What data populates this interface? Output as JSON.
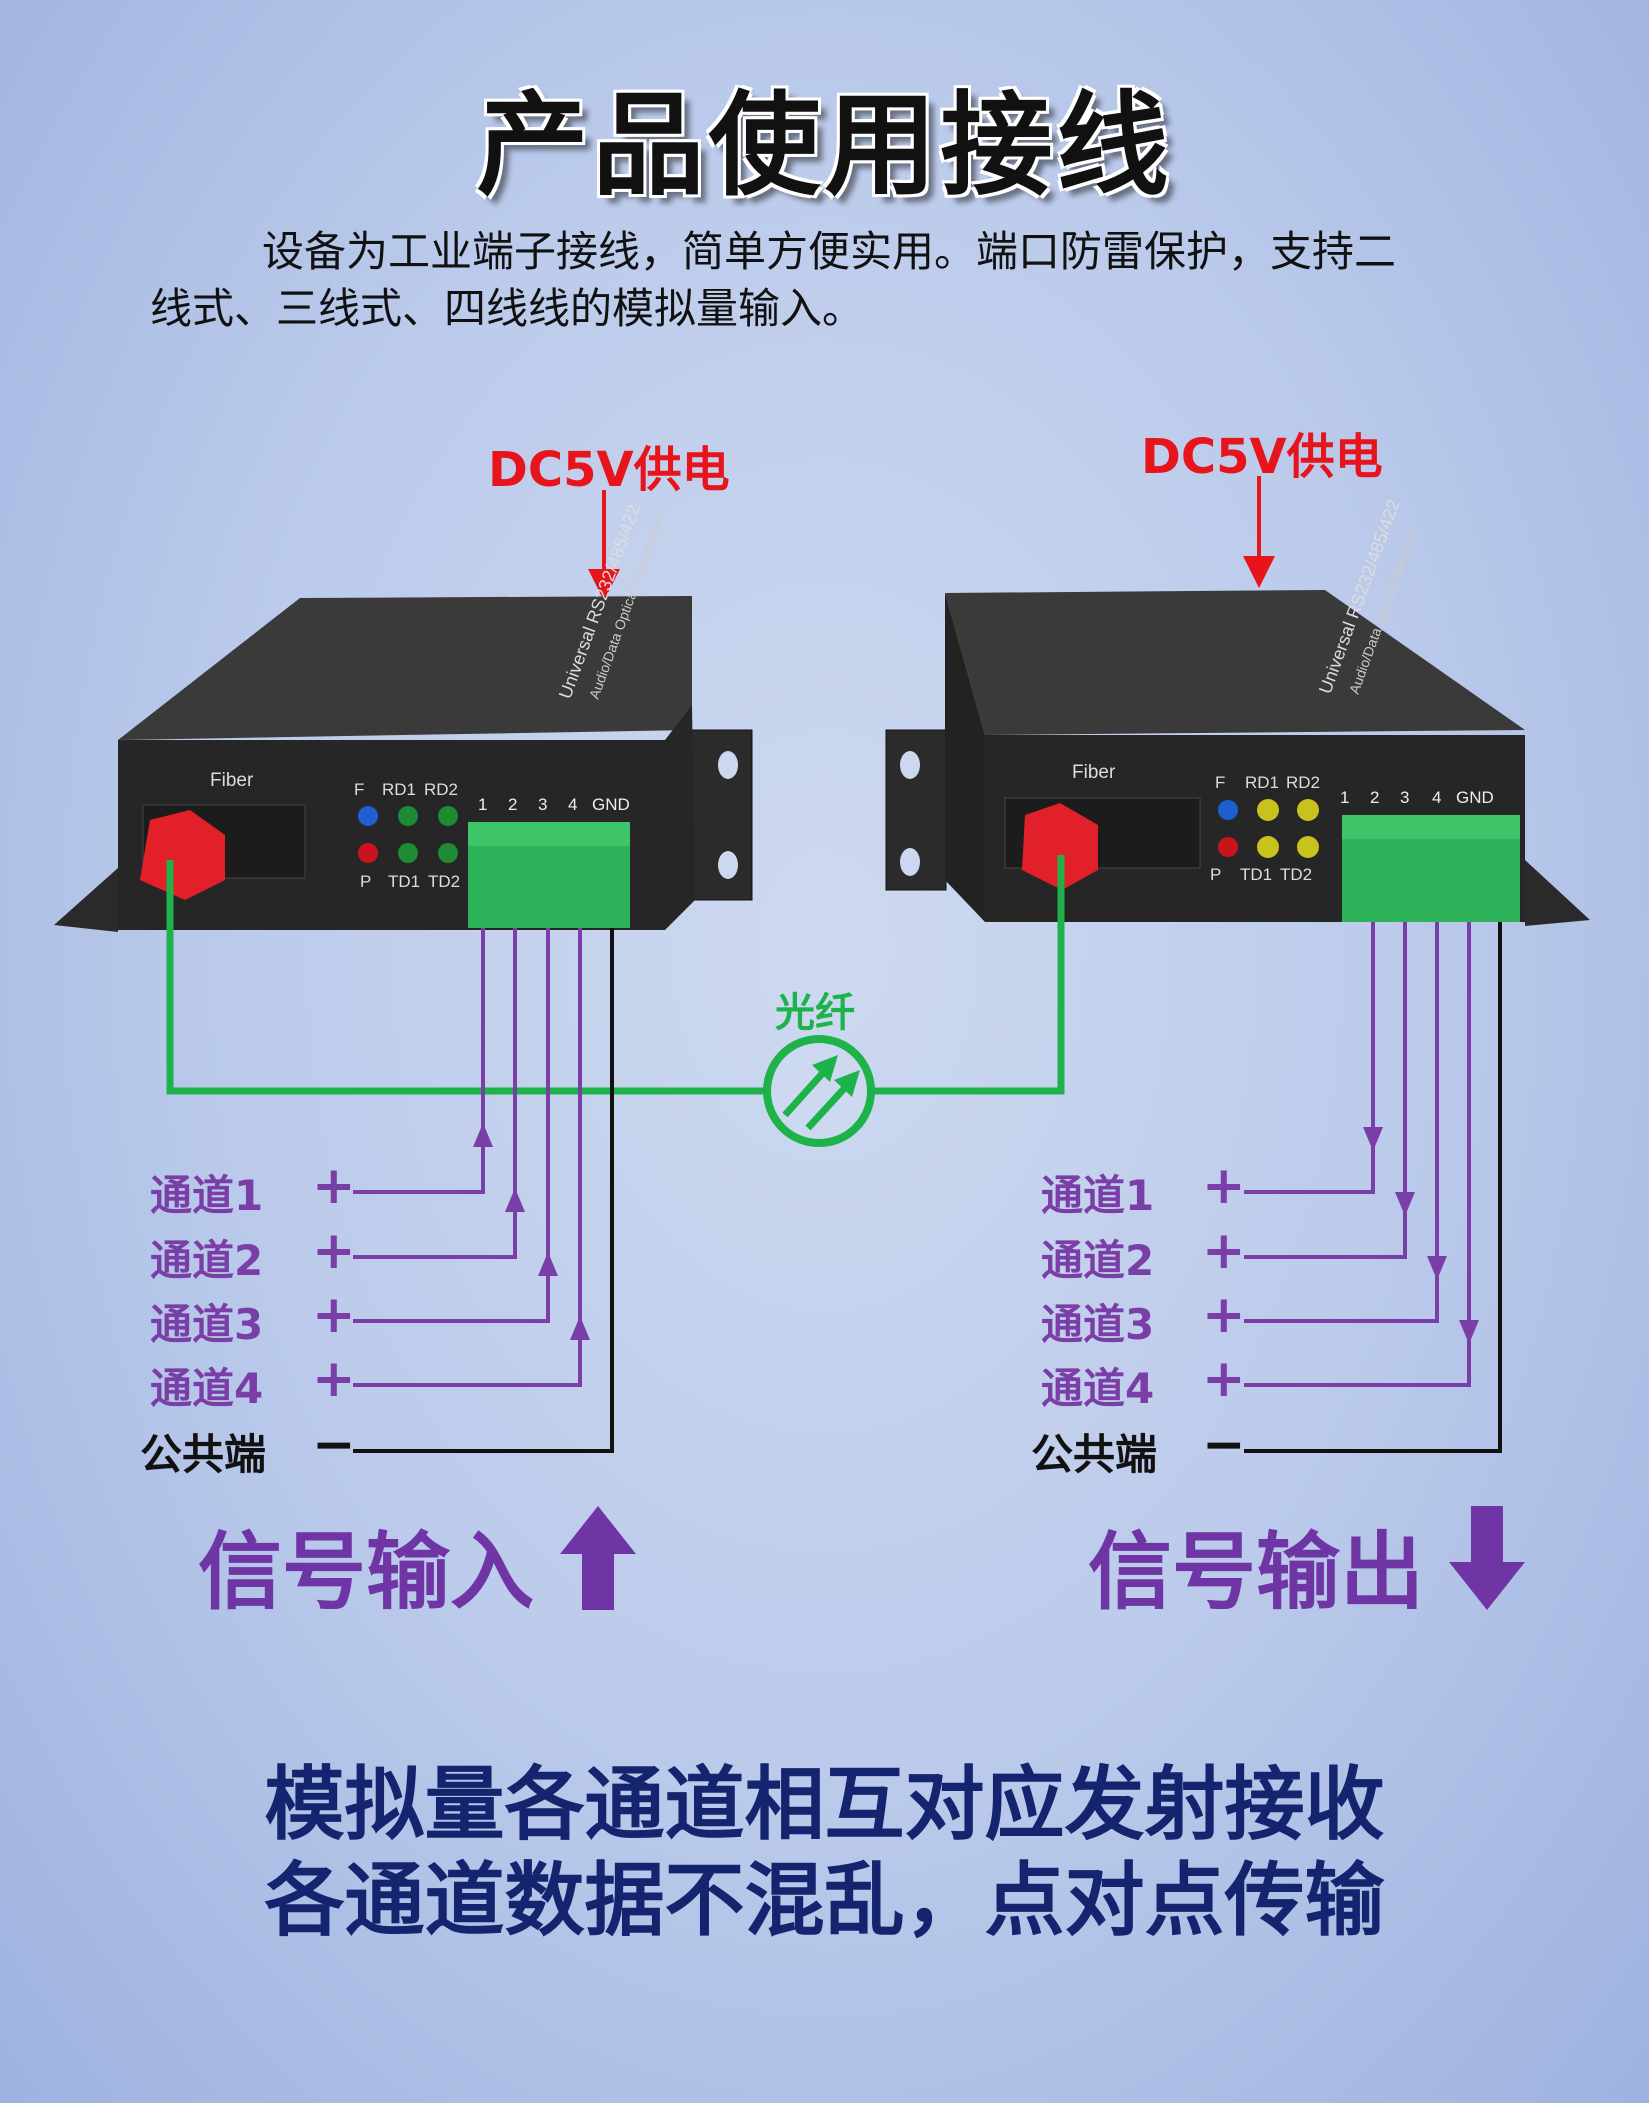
{
  "title": "产品使用接线",
  "description": {
    "line1": "设备为工业端子接线，简单方便实用。端口防雷保护，支持二",
    "line2": "线式、三线式、四线线的模拟量输入。"
  },
  "power": {
    "left": "DC5V供电",
    "right": "DC5V供电"
  },
  "fiber_label": "光纤",
  "devices": {
    "left": {
      "brand": "Universal RS232/485/422",
      "model": "Audio/Data Optical Transmitter",
      "fiber": "Fiber",
      "leds_top": [
        "F",
        "RD1",
        "RD2"
      ],
      "leds_bottom": [
        "P",
        "TD1",
        "TD2"
      ],
      "terminals": [
        "1",
        "2",
        "3",
        "4",
        "GND"
      ]
    },
    "right": {
      "brand": "Universal RS232/485/422",
      "model": "Audio/Data Optical Receiver",
      "fiber": "Fiber",
      "leds_top": [
        "F",
        "RD1",
        "RD2"
      ],
      "leds_bottom": [
        "P",
        "TD1",
        "TD2"
      ],
      "terminals": [
        "1",
        "2",
        "3",
        "4",
        "GND"
      ]
    }
  },
  "channels": [
    "通道1",
    "通道2",
    "通道3",
    "通道4"
  ],
  "common": "公共端",
  "plus": "+",
  "minus": "−",
  "signal_in": "信号输入",
  "signal_out": "信号输出",
  "bottom": {
    "line1": "模拟量各通道相互对应发射接收",
    "line2": "各通道数据不混乱，点对点传输"
  },
  "colors": {
    "wire": "#7a3fa6",
    "fiber": "#1db24a",
    "power": "#e8141b",
    "navy": "#15246e"
  }
}
